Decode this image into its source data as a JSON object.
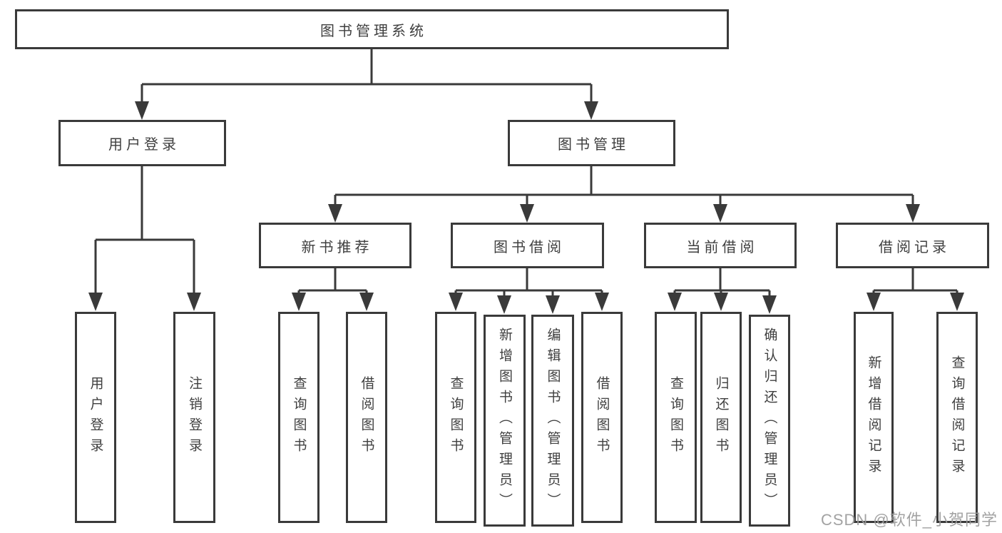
{
  "diagram": {
    "title": "图书管理系统",
    "type": "hierarchy-tree"
  },
  "nodes": {
    "root": "图书管理系统",
    "user_login": "用户登录",
    "book_management": "图书管理",
    "new_book_recommend": "新书推荐",
    "book_borrowing": "图书借阅",
    "current_borrowing": "当前借阅",
    "borrowing_records": "借阅记录",
    "leaf_user_login": "用户登录",
    "leaf_logout": "注销登录",
    "leaf_nbr_query_books": "查询图书",
    "leaf_nbr_borrow_books": "借阅图书",
    "leaf_bb_query_books": "查询图书",
    "leaf_bb_add_books_admin": "新增图书（管理员）",
    "leaf_bb_edit_books_admin": "编辑图书（管理员）",
    "leaf_bb_borrow_books": "借阅图书",
    "leaf_cb_query_books": "查询图书",
    "leaf_cb_return_books": "归还图书",
    "leaf_cb_confirm_return_admin": "确认归还（管理员）",
    "leaf_br_add_record": "新增借阅记录",
    "leaf_br_query_record": "查询借阅记录"
  },
  "watermark": {
    "text": "CSDN @软件_小贺同学"
  },
  "colors": {
    "line": "#3a3a3a",
    "text": "#3f3f3f",
    "watermark": "#9b9b9b",
    "background": "#ffffff"
  }
}
